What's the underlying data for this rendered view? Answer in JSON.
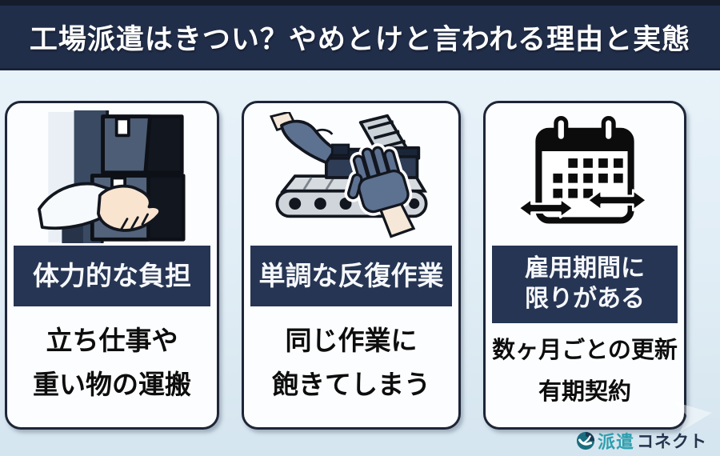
{
  "header": {
    "title": "工場派遣はきつい？やめとけと言われる理由と実態"
  },
  "cards": [
    {
      "icon": "box-lifting-icon",
      "label_line1": "体力的な負担",
      "desc_line1": "立ち仕事や",
      "desc_line2": "重い物の運搬"
    },
    {
      "icon": "conveyor-belt-hands-icon",
      "label_line1": "単調な反復作業",
      "desc_line1": "同じ作業に",
      "desc_line2": "飽きてしまう"
    },
    {
      "icon": "calendar-contract-period-icon",
      "label_line1": "雇用期間に",
      "label_line2": "限りがある",
      "desc_line1": "数ヶ月ごとの更新",
      "desc_line2": "有期契約"
    }
  ],
  "footer": {
    "logo_icon": "haken-connect-logo-icon",
    "logo_primary": "派遣",
    "logo_secondary": "コネクト"
  },
  "decorations": {
    "watermark_icon": "arrow-watermark-icon"
  },
  "colors": {
    "header_bg": "#212e4a",
    "label_bg": "#263553",
    "card_border": "#1d2537",
    "card_bg": "#fcfdfe",
    "background_top": "#e9f3fa",
    "background_bottom": "#d5e5ef",
    "text_black": "#0d0d0d",
    "brand_teal": "#2f9fae",
    "brand_navy": "#24344c"
  }
}
